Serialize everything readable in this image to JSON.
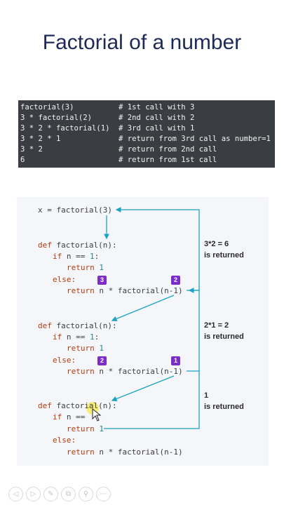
{
  "title": "Factorial of a number",
  "trace": [
    {
      "expr": "factorial(3)",
      "comment": "# 1st call with 3"
    },
    {
      "expr": "3 * factorial(2)",
      "comment": "# 2nd call with 2"
    },
    {
      "expr": "3 * 2 * factorial(1)",
      "comment": "# 3rd call with 1"
    },
    {
      "expr": "3 * 2 * 1",
      "comment": "# return from 3rd call as number=1"
    },
    {
      "expr": "3 * 2",
      "comment": "# return from 2nd call"
    },
    {
      "expr": "6",
      "comment": "# return from 1st call"
    }
  ],
  "diagram": {
    "call_var": "x = ",
    "call_expr": "factorial(3)",
    "def_kw": "def ",
    "def_sig": "factorial(n):",
    "if_kw": "if ",
    "if_cond": "n == ",
    "if_val": "1",
    "colon": ":",
    "return_kw": "return ",
    "return_val": "1",
    "else_line": "else:",
    "rec_expr": "n * factorial(n-1)",
    "badges": [
      "3",
      "2",
      "2",
      "1"
    ],
    "notes": [
      {
        "line1": "3*2 = 6",
        "line2": "is returned"
      },
      {
        "line1": "2*1 = 2",
        "line2": "is returned"
      },
      {
        "line1": "1",
        "line2": "is returned"
      }
    ],
    "arrow_color": "#1aa3c4"
  },
  "toolbar": {
    "icons": [
      "previous-icon",
      "next-icon",
      "pen-icon",
      "copy-icon",
      "zoom-icon",
      "more-icon"
    ],
    "glyphs": [
      "◁",
      "▷",
      "✎",
      "⧉",
      "⚲",
      "⋯"
    ]
  }
}
